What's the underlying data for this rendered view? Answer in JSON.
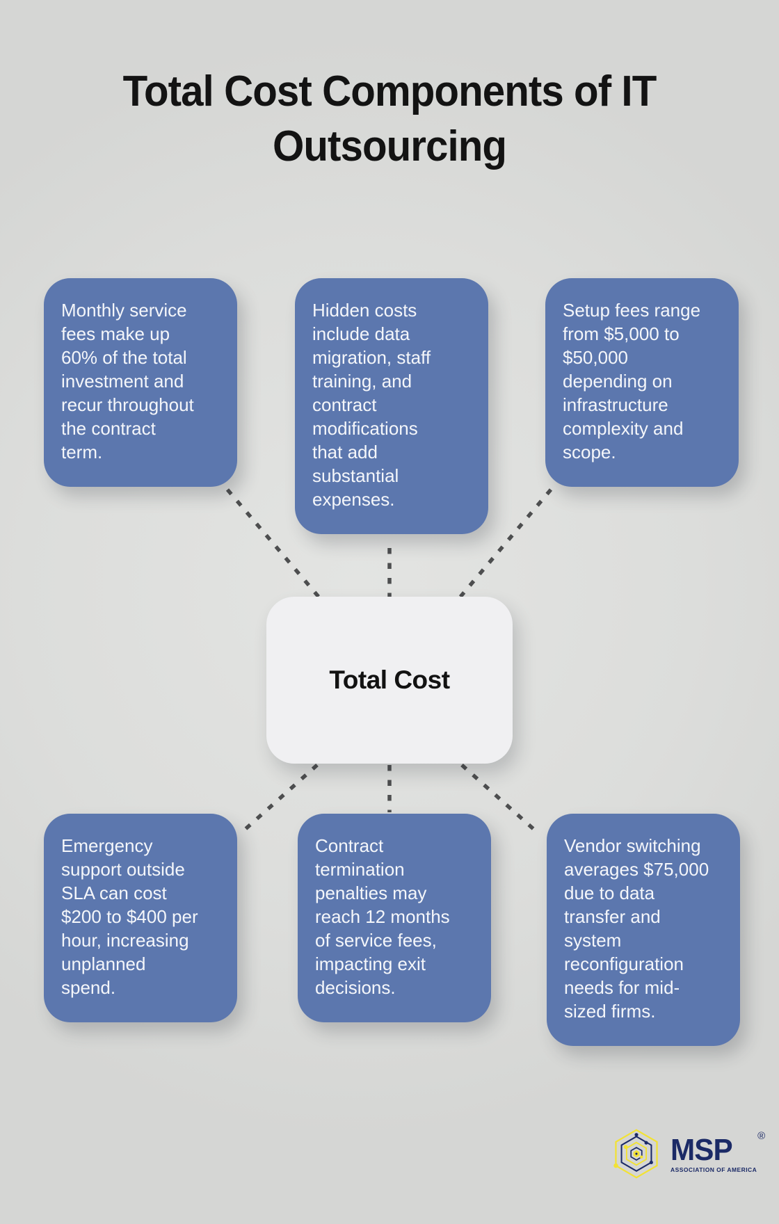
{
  "title": "Total Cost Components of IT\nOutsourcing",
  "center": {
    "id": "total-cost",
    "label": "Total Cost"
  },
  "nodes": [
    {
      "id": "monthly-service-fees",
      "text": "Monthly service\nfees make up\n60% of the total\ninvestment and\nrecur throughout\nthe contract\nterm."
    },
    {
      "id": "hidden-costs",
      "text": "Hidden costs\ninclude data\nmigration, staff\ntraining, and\ncontract\nmodifications\nthat add\nsubstantial\nexpenses."
    },
    {
      "id": "setup-fees",
      "text": "Setup fees range\nfrom $5,000 to\n$50,000\ndepending on\ninfrastructure\ncomplexity and\nscope."
    },
    {
      "id": "emergency-support",
      "text": "Emergency\nsupport outside\nSLA can cost\n$200 to $400 per\nhour, increasing\nunplanned\nspend."
    },
    {
      "id": "contract-termination",
      "text": "Contract\ntermination\npenalties may\nreach 12 months\nof service fees,\nimpacting exit\ndecisions."
    },
    {
      "id": "vendor-switching",
      "text": "Vendor switching\naverages $75,000\ndue to data\ntransfer and\nsystem\nreconfiguration\nneeds for mid-\nsized firms."
    }
  ],
  "edges": [
    {
      "from": "monthly-service-fees",
      "to": "total-cost"
    },
    {
      "from": "hidden-costs",
      "to": "total-cost"
    },
    {
      "from": "setup-fees",
      "to": "total-cost"
    },
    {
      "from": "emergency-support",
      "to": "total-cost"
    },
    {
      "from": "contract-termination",
      "to": "total-cost"
    },
    {
      "from": "vendor-switching",
      "to": "total-cost"
    }
  ],
  "logo": {
    "name": "MSP",
    "subtitle": "ASSOCIATION OF AMERICA",
    "registered_mark": "®"
  },
  "colors": {
    "background": "#dcdddb",
    "node": "#5c77ae",
    "node_text": "#f4f6fa",
    "center_bg": "#f0f0f2",
    "center_text": "#121212",
    "title_color": "#131313",
    "dash": "#4d4e4f",
    "logo_navy": "#1b2a66",
    "logo_yellow": "#f2e234"
  }
}
